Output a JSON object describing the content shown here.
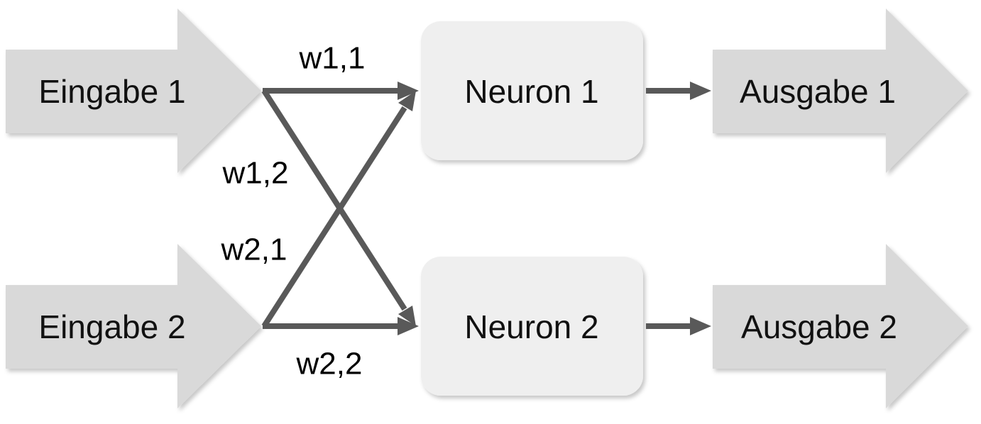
{
  "inputs": [
    {
      "label": "Eingabe 1"
    },
    {
      "label": "Eingabe 2"
    }
  ],
  "neurons": [
    {
      "label": "Neuron 1"
    },
    {
      "label": "Neuron 2"
    }
  ],
  "outputs": [
    {
      "label": "Ausgabe 1"
    },
    {
      "label": "Ausgabe 2"
    }
  ],
  "weights": {
    "w11": "w1,1",
    "w12": "w1,2",
    "w21": "w2,1",
    "w22": "w2,2"
  },
  "colors": {
    "arrow_fill": "#d9d9d9",
    "neuron_fill": "#efefef",
    "connection": "#595959",
    "text": "#111111"
  }
}
